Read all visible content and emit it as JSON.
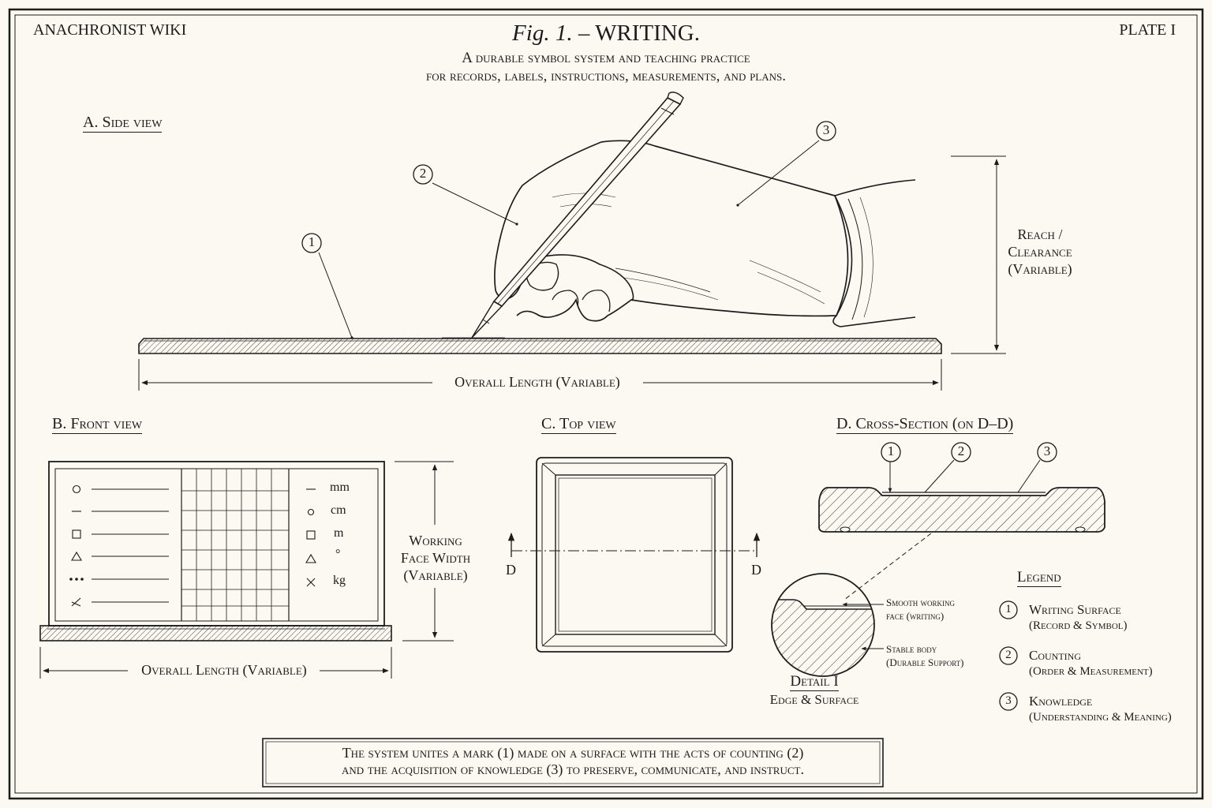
{
  "header": {
    "wiki_name": "ANACHRONIST WIKI",
    "plate": "PLATE I",
    "fig_label": "Fig. 1.",
    "dash": "–",
    "title": "WRITING.",
    "subtitle_line1": "A durable symbol system and teaching practice",
    "subtitle_line2": "for records, labels, instructions, measurements, and plans."
  },
  "side_view": {
    "label": "A. Side view",
    "callouts": [
      "1",
      "2",
      "3"
    ],
    "reach_line1": "Reach /",
    "reach_line2": "Clearance",
    "reach_line3": "(Variable)",
    "length_label": "Overall Length (Variable)"
  },
  "front_view": {
    "label": "B. Front view",
    "units": [
      "mm",
      "cm",
      "m",
      "°",
      "kg"
    ],
    "width_line1": "Working",
    "width_line2": "Face Width",
    "width_line3": "(Variable)",
    "length_label": "Overall Length (Variable)"
  },
  "top_view": {
    "label": "C. Top view",
    "section_left": "D",
    "section_right": "D"
  },
  "cross_section": {
    "label": "D. Cross-Section (on D–D)",
    "callouts": [
      "1",
      "2",
      "3"
    ],
    "note1_line1": "Smooth working",
    "note1_line2": "face (writing)",
    "note2_line1": "Stable body",
    "note2_line2": "(Durable Support)",
    "detail_title": "Detail I",
    "detail_sub": "Edge & Surface"
  },
  "legend": {
    "title": "Legend",
    "items": [
      {
        "num": "1",
        "name": "Writing Surface",
        "desc": "(Record & Symbol)"
      },
      {
        "num": "2",
        "name": "Counting",
        "desc": "(Order & Measurement)"
      },
      {
        "num": "3",
        "name": "Knowledge",
        "desc": "(Understanding & Meaning)"
      }
    ]
  },
  "caption": {
    "line1": "The system unites a mark (1) made on a surface with the acts of counting (2)",
    "line2": "and the acquisition of knowledge (3) to preserve, communicate, and instruct."
  }
}
